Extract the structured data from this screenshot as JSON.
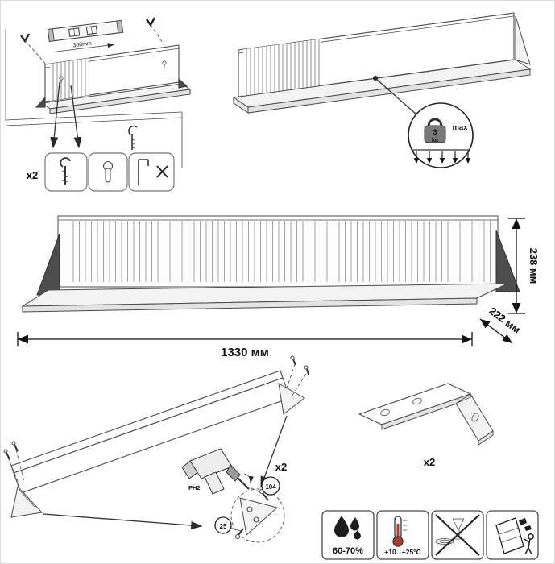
{
  "colors": {
    "line": "#3a3a3a",
    "bracket_dark": "#4d4d4d",
    "thermometer_bulb": "#b03a2e"
  },
  "mounting": {
    "level_dimension": "300mm",
    "hardware_qty": "x2",
    "icons": [
      "hook-screw-icon",
      "keyhole-hanger-icon",
      "bracket-profile-icon"
    ]
  },
  "load_limit": {
    "weight_value": "3",
    "weight_unit": "kg",
    "max_label": "max",
    "icon": "kettlebell-icon"
  },
  "dimensions": {
    "width": "1330 мм",
    "height": "238 мм",
    "depth": "222 мм"
  },
  "assembly": {
    "qty": "x2",
    "bit_label": "PH2",
    "screw_code_a": "104",
    "screw_code_b": "25",
    "tool_icon": "screwdriver-icon"
  },
  "bracket": {
    "qty": "x2"
  },
  "care": {
    "humidity": {
      "label": "60-70%",
      "icon": "water-drops-icon"
    },
    "temperature": {
      "label": "+10...+25°C",
      "icon": "thermometer-icon"
    },
    "no_tableware": {
      "icon": "no-tableware-icon"
    },
    "tip_over": {
      "icon": "tip-over-hazard-icon"
    }
  }
}
